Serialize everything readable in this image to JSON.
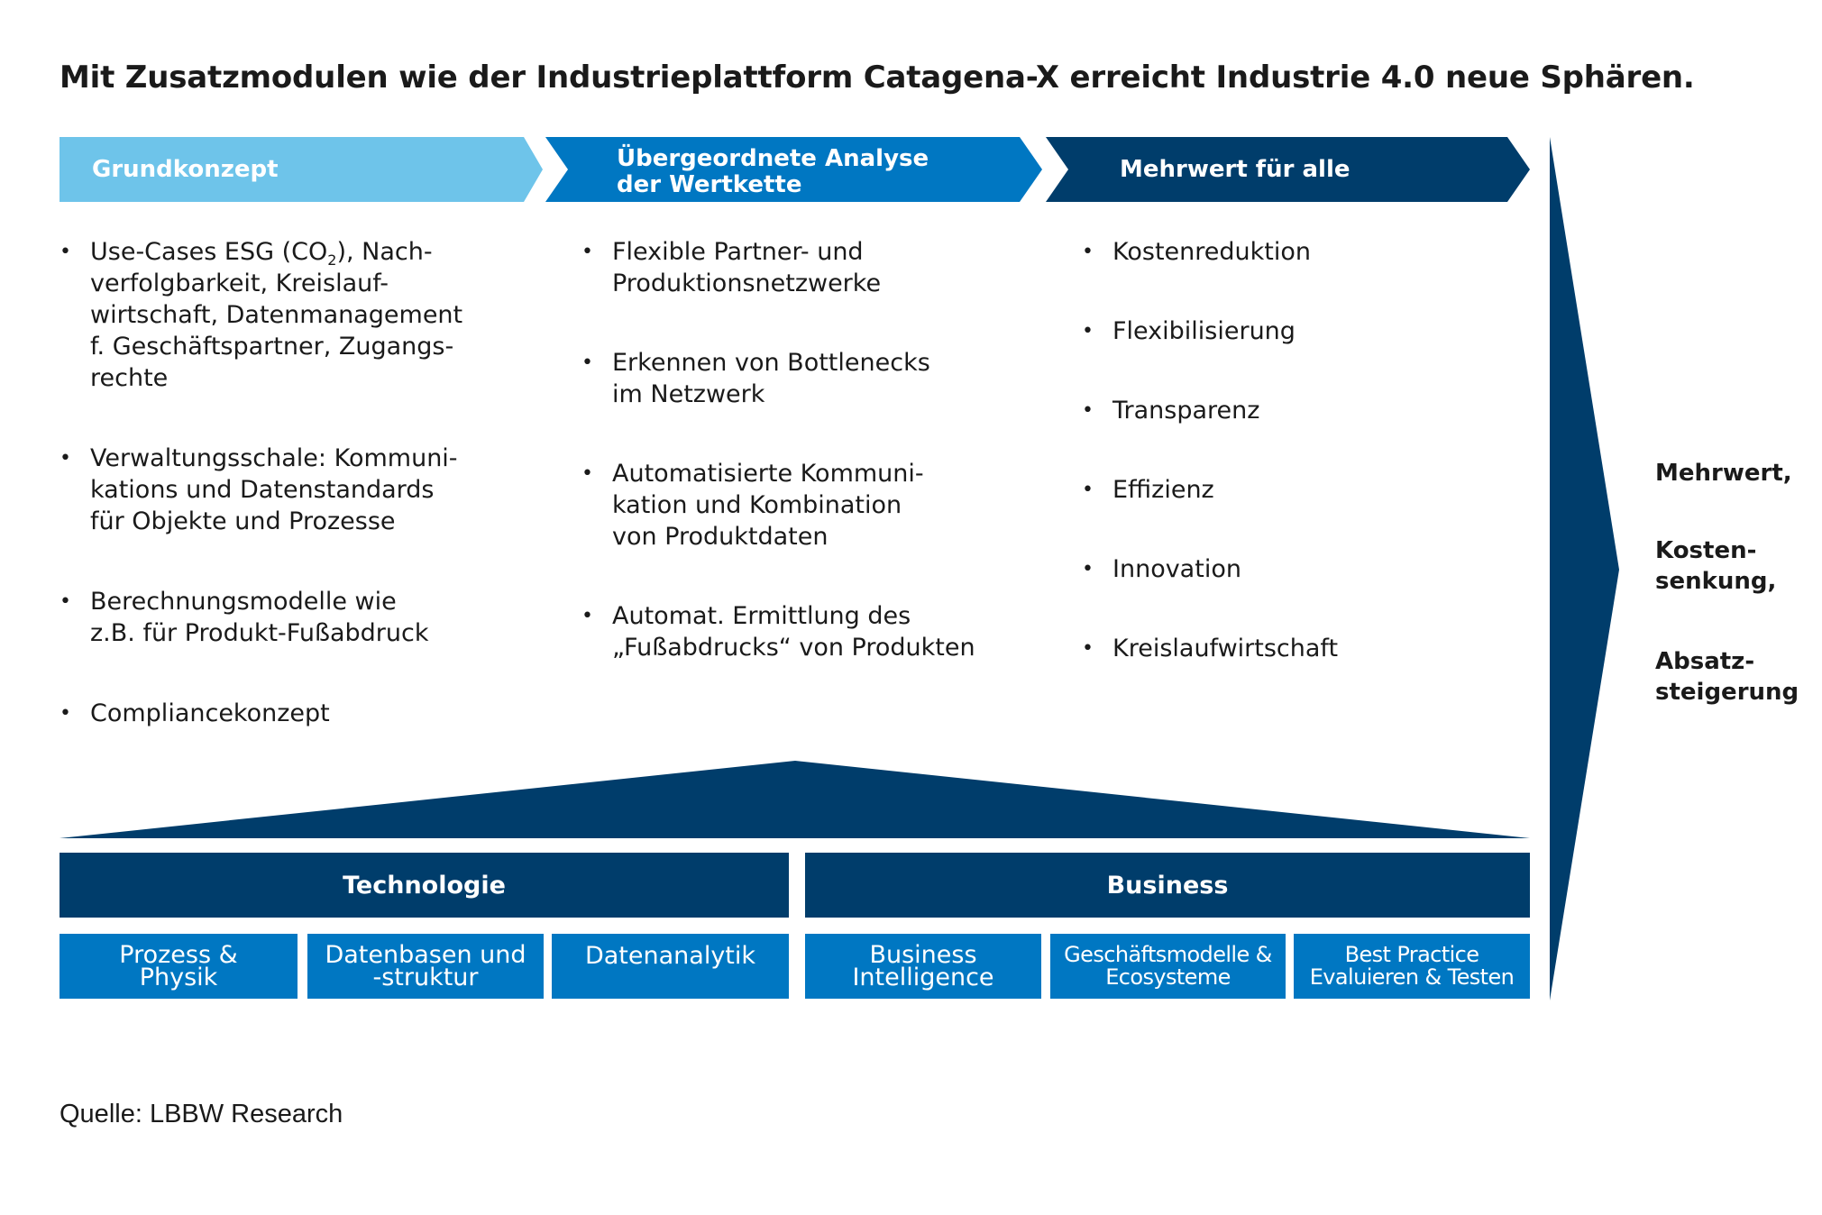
{
  "title": "Mit Zusatzmodulen wie der Industrieplattform Catagena-X erreicht Industrie 4.0 neue Sphären.",
  "colors": {
    "light_blue": "#6ec4ea",
    "mid_blue": "#0077c2",
    "dark_blue": "#003d6b"
  },
  "phases": [
    {
      "line1": "Grundkonzept",
      "line2": ""
    },
    {
      "line1": "Übergeordnete Analyse",
      "line2": "der Wertkette"
    },
    {
      "line1": "Mehrwert für alle",
      "line2": ""
    }
  ],
  "columns": [
    {
      "items": [
        {
          "co2_prefix": "Use-Cases ESG (CO",
          "co2_sub": "2",
          "co2_suffix": "), Nach-",
          "lines": [
            "verfolgbarkeit, Kreislauf-",
            "wirtschaft, Datenmanagement",
            "f. Geschäftspartner, Zugangs-",
            "rechte"
          ]
        },
        {
          "lines": [
            "Verwaltungsschale: Kommuni-",
            "kations und Datenstandards",
            "für Objekte und Prozesse"
          ]
        },
        {
          "lines": [
            "Berechnungsmodelle wie",
            "z.B. für Produkt-Fußabdruck"
          ]
        },
        {
          "lines": [
            "Compliancekonzept"
          ]
        }
      ]
    },
    {
      "items": [
        {
          "lines": [
            "Flexible Partner- und",
            "Produktionsnetzwerke"
          ]
        },
        {
          "lines": [
            "Erkennen von Bottlenecks",
            "im Netzwerk"
          ]
        },
        {
          "lines": [
            "Automatisierte Kommuni-",
            "kation und Kombination",
            "von Produktdaten"
          ]
        },
        {
          "lines": [
            "Automat. Ermittlung des",
            "„Fußabdrucks“ von Produkten"
          ]
        }
      ]
    },
    {
      "items": [
        {
          "lines": [
            "Kostenreduktion"
          ]
        },
        {
          "lines": [
            "Flexibilisierung"
          ]
        },
        {
          "lines": [
            "Transparenz"
          ]
        },
        {
          "lines": [
            "Effizienz"
          ]
        },
        {
          "lines": [
            "Innovation"
          ]
        },
        {
          "lines": [
            "Kreislaufwirtschaft"
          ]
        }
      ]
    }
  ],
  "result": [
    {
      "lines": [
        "Mehrwert,"
      ]
    },
    {
      "lines": [
        "Kosten-",
        "senkung,"
      ]
    },
    {
      "lines": [
        "Absatz-",
        "steigerung"
      ]
    }
  ],
  "pillars": {
    "technology": "Technologie",
    "business": "Business"
  },
  "modules": [
    {
      "lines": [
        "Prozess &",
        "Physik"
      ]
    },
    {
      "lines": [
        "Datenbasen und",
        "-struktur"
      ]
    },
    {
      "lines": [
        "Datenanalytik"
      ]
    },
    {
      "lines": [
        "Business",
        "Intelligence"
      ]
    },
    {
      "lines": [
        "Geschäftsmodelle &",
        "Ecosysteme"
      ]
    },
    {
      "lines": [
        "Best Practice",
        "Evaluieren & Testen"
      ]
    }
  ],
  "source": "Quelle: LBBW Research"
}
